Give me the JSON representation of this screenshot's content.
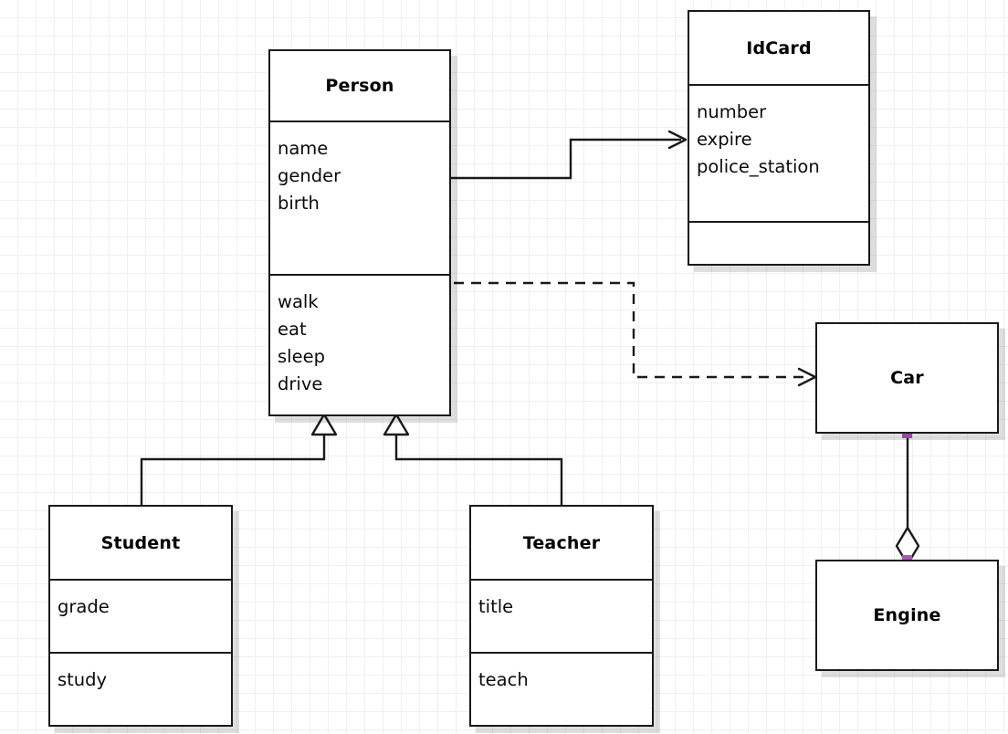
{
  "diagram": {
    "type": "uml-class-diagram",
    "background": "#ffffff",
    "grid_color": "#f0f0f0",
    "line_color": "#1a1a1a",
    "selection_handle_color": "#ab57b8"
  },
  "classes": {
    "person": {
      "name": "Person",
      "attributes": [
        "name",
        "gender",
        "birth"
      ],
      "operations": [
        "walk",
        "eat",
        "sleep",
        "drive"
      ]
    },
    "idcard": {
      "name": "IdCard",
      "attributes": [
        "number",
        "expire",
        "police_station"
      ],
      "operations": []
    },
    "student": {
      "name": "Student",
      "attributes": [
        "grade"
      ],
      "operations": [
        "study"
      ]
    },
    "teacher": {
      "name": "Teacher",
      "attributes": [
        "title"
      ],
      "operations": [
        "teach"
      ]
    },
    "car": {
      "name": "Car",
      "attributes": [],
      "operations": []
    },
    "engine": {
      "name": "Engine",
      "attributes": [],
      "operations": []
    }
  },
  "relationships": [
    {
      "id": "person-idcard",
      "kind": "association",
      "from": "Person",
      "to": "IdCard",
      "style": "solid",
      "arrow": "open"
    },
    {
      "id": "person-car",
      "kind": "dependency",
      "from": "Person",
      "to": "Car",
      "style": "dashed",
      "arrow": "open"
    },
    {
      "id": "student-person",
      "kind": "generalization",
      "from": "Student",
      "to": "Person",
      "style": "solid",
      "arrow": "hollow-triangle"
    },
    {
      "id": "teacher-person",
      "kind": "generalization",
      "from": "Teacher",
      "to": "Person",
      "style": "solid",
      "arrow": "hollow-triangle"
    },
    {
      "id": "car-engine",
      "kind": "aggregation",
      "from": "Car",
      "to": "Engine",
      "style": "solid",
      "arrow": "hollow-diamond",
      "selected": true
    }
  ]
}
